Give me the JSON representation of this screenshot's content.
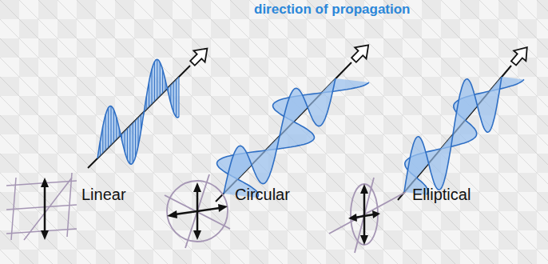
{
  "diagram": {
    "labels": [
      "direction of propagation",
      "Linear",
      "Circular",
      "Elliptical"
    ]
  }
}
